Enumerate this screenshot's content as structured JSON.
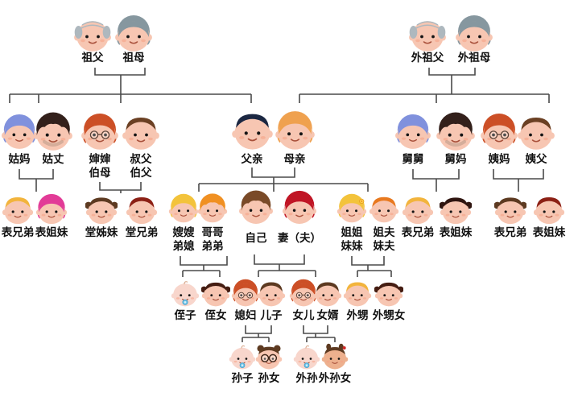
{
  "diagram": {
    "type": "family-tree",
    "language": "zh-CN",
    "description_levels": [
      "grandparents",
      "parents-generation",
      "own-generation",
      "children-generation",
      "grandchildren-generation"
    ]
  },
  "colors": {
    "background": "#ffffff",
    "line": "#4a4a4a",
    "text": "#111111",
    "skin": "#f7c6b2",
    "baby_skin": "#f8d6cc",
    "tan_skin": "#edb08e",
    "pacifier": "#6fc3e8"
  },
  "people": [
    {
      "id": "zufu",
      "label": "祖父",
      "variant": "grandpa",
      "hair": "#aeb8be"
    },
    {
      "id": "zumu",
      "label": "祖母",
      "variant": "bob",
      "hair": "#86979f"
    },
    {
      "id": "waizufu",
      "label": "外祖父",
      "variant": "grandpa",
      "hair": "#aeb8be"
    },
    {
      "id": "waizumu",
      "label": "外祖母",
      "variant": "bob",
      "hair": "#86979f"
    },
    {
      "id": "guma",
      "label": "姑妈",
      "variant": "bob",
      "hair": "#8091dd"
    },
    {
      "id": "guzhang",
      "label": "姑丈",
      "variant": "mop",
      "hair": "#33201b",
      "accessories": [
        "stubble"
      ]
    },
    {
      "id": "shenshen",
      "label": "婶婶",
      "label2": "伯母",
      "variant": "bob",
      "hair": "#cc4f26",
      "accessories": [
        "glasses"
      ]
    },
    {
      "id": "shufu",
      "label": "叔父",
      "label2": "伯父",
      "variant": "short",
      "hair": "#6b4023"
    },
    {
      "id": "fuqin",
      "label": "父亲",
      "variant": "short",
      "hair": "#1b2742"
    },
    {
      "id": "muqin",
      "label": "母亲",
      "variant": "bob",
      "hair": "#efa14f"
    },
    {
      "id": "jiujiu",
      "label": "舅舅",
      "variant": "bob",
      "hair": "#8091dd"
    },
    {
      "id": "jiuma",
      "label": "舅妈",
      "variant": "mop",
      "hair": "#33201b",
      "accessories": [
        "stubble"
      ]
    },
    {
      "id": "yima",
      "label": "姨妈",
      "variant": "bob",
      "hair": "#cc4f26",
      "accessories": [
        "glasses"
      ]
    },
    {
      "id": "yifu",
      "label": "姨父",
      "variant": "short",
      "hair": "#6b4023"
    },
    {
      "id": "biaoxiongdi1",
      "label": "表兄弟",
      "variant": "short",
      "hair": "#f2b43c"
    },
    {
      "id": "biaojiemei1",
      "label": "表姐妹",
      "variant": "bob",
      "hair": "#e23b97"
    },
    {
      "id": "tangzimei",
      "label": "堂姊妹",
      "variant": "pigtails",
      "hair": "#5d3a21"
    },
    {
      "id": "tangxiongdi",
      "label": "堂兄弟",
      "variant": "short",
      "hair": "#8c2015"
    },
    {
      "id": "saosao",
      "label": "嫂嫂",
      "label2": "弟媳",
      "variant": "bob",
      "hair": "#f3c33b"
    },
    {
      "id": "gege",
      "label": "哥哥",
      "label2": "弟弟",
      "variant": "mop",
      "hair": "#f09022"
    },
    {
      "id": "ziji",
      "label": "自己",
      "variant": "mop",
      "hair": "#7a4a28"
    },
    {
      "id": "qi",
      "label": "妻（夫）",
      "variant": "bob",
      "hair": "#c01525"
    },
    {
      "id": "jiejie",
      "label": "姐姐",
      "label2": "妹妹",
      "variant": "bob",
      "hair": "#f3c33b",
      "accessories": [
        "flower"
      ]
    },
    {
      "id": "jiefu",
      "label": "姐夫",
      "label2": "妹夫",
      "variant": "short",
      "hair": "#e8791f"
    },
    {
      "id": "biaoxiongdi2",
      "label": "表兄弟",
      "variant": "short",
      "hair": "#f2b43c"
    },
    {
      "id": "biaojiemei2",
      "label": "表姐妹",
      "variant": "pigtails",
      "hair": "#2f1510"
    },
    {
      "id": "biaoxiongdi3",
      "label": "表兄弟",
      "variant": "pigtails",
      "hair": "#5d3a21"
    },
    {
      "id": "biaojiemei3",
      "label": "表姐妹",
      "variant": "short",
      "hair": "#8c2015"
    },
    {
      "id": "zhizi",
      "label": "侄子",
      "variant": "baby",
      "hair": "#d9ab8f",
      "accessories": [
        "pacifier"
      ],
      "skin": "#f8d6cc"
    },
    {
      "id": "zhinv",
      "label": "侄女",
      "variant": "pigtails",
      "hair": "#451d12"
    },
    {
      "id": "xifu",
      "label": "媳妇",
      "variant": "bob",
      "hair": "#cc4f26",
      "accessories": [
        "glasses"
      ]
    },
    {
      "id": "erzi",
      "label": "儿子",
      "variant": "short",
      "hair": "#5d3a21"
    },
    {
      "id": "nver",
      "label": "女儿",
      "variant": "bob",
      "hair": "#cc4f26",
      "accessories": [
        "glasses"
      ]
    },
    {
      "id": "nvxu",
      "label": "女婿",
      "variant": "short",
      "hair": "#5d3a21"
    },
    {
      "id": "waisheng",
      "label": "外甥",
      "variant": "short",
      "hair": "#f2b43c"
    },
    {
      "id": "waishengnv",
      "label": "外甥女",
      "variant": "pigtails",
      "hair": "#451d12"
    },
    {
      "id": "sunzi",
      "label": "孙子",
      "variant": "baby",
      "hair": "#d9ab8f",
      "accessories": [
        "pacifier"
      ],
      "skin": "#f8d6cc"
    },
    {
      "id": "sunnv",
      "label": "孙女",
      "variant": "buns",
      "hair": "#5d3a21",
      "accessories": [
        "big-glasses"
      ]
    },
    {
      "id": "waisun",
      "label": "外孙",
      "variant": "baby",
      "hair": "#d9ab8f",
      "accessories": [
        "pacifier"
      ],
      "skin": "#f8d6cc"
    },
    {
      "id": "waisunnv",
      "label": "外孙女",
      "variant": "topknot",
      "hair": "#5d3a21",
      "accessories": [
        "bead"
      ],
      "skin": "#edb08e"
    }
  ]
}
